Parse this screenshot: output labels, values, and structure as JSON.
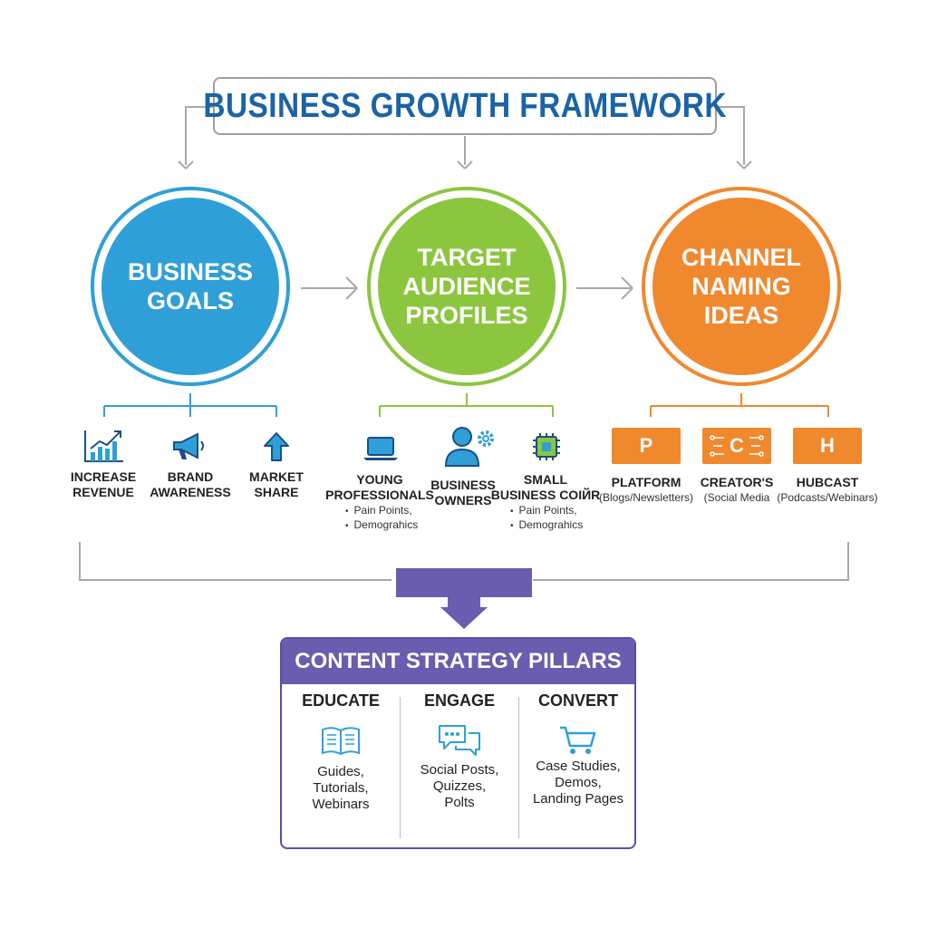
{
  "title": "BUSINESS GROWTH FRAMEWORK",
  "colors": {
    "blue": "#2f9fd8",
    "green": "#8cc63f",
    "orange": "#f0882e",
    "purple": "#6a5cae",
    "title": "#1a63a6",
    "wire": "#a8a8a8"
  },
  "stages": [
    {
      "title": "BUSINESS\nGOALS",
      "color": "#2f9fd8",
      "items": [
        {
          "icon": "rising-chart-icon",
          "label": "INCREASE\nREVENUE"
        },
        {
          "icon": "megaphone-icon",
          "label": "BRAND\nAWARENESS"
        },
        {
          "icon": "up-arrow-icon",
          "label": "MARKET\nSHARE"
        }
      ]
    },
    {
      "title": "TARGET\nAUDIENCE\nPROFILES",
      "color": "#8cc63f",
      "items": [
        {
          "icon": "laptop-icon",
          "label": "YOUNG\nPROFESSIONALS",
          "details": [
            "Pain Points,",
            "Demograhics"
          ]
        },
        {
          "icon": "person-gear-icon",
          "label": "BUSINESS\nOWNERS"
        },
        {
          "icon": "chip-icon",
          "label": "SMALL\nBUSINESS COIЙR",
          "details": [
            "Pain Points,",
            "Demograhics"
          ]
        }
      ]
    },
    {
      "title": "CHANNEL\nNAMING\nIDEAS",
      "color": "#f0882e",
      "items": [
        {
          "tile": "P",
          "name": "PLATFORM",
          "sub": "(Blogs/Newsletters)"
        },
        {
          "tile": "C",
          "name": "CREATOR'S",
          "sub": "(Social Media"
        },
        {
          "tile": "H",
          "name": "HUBCAST",
          "sub": "(Podcasts/Webinars)"
        }
      ]
    }
  ],
  "pillars": {
    "title": "CONTENT STRATEGY PILLARS",
    "items": [
      {
        "title": "EDUCATE",
        "icon": "open-book-icon",
        "desc": "Guides,\nTutorials,\nWebinars"
      },
      {
        "title": "ENGAGE",
        "icon": "chat-bubbles-icon",
        "desc": "Social Posts,\nQuizzes,\nPolts"
      },
      {
        "title": "CONVERT",
        "icon": "shopping-cart-icon",
        "desc": "Case Studies,\nDemos,\nLanding Pages"
      }
    ]
  }
}
